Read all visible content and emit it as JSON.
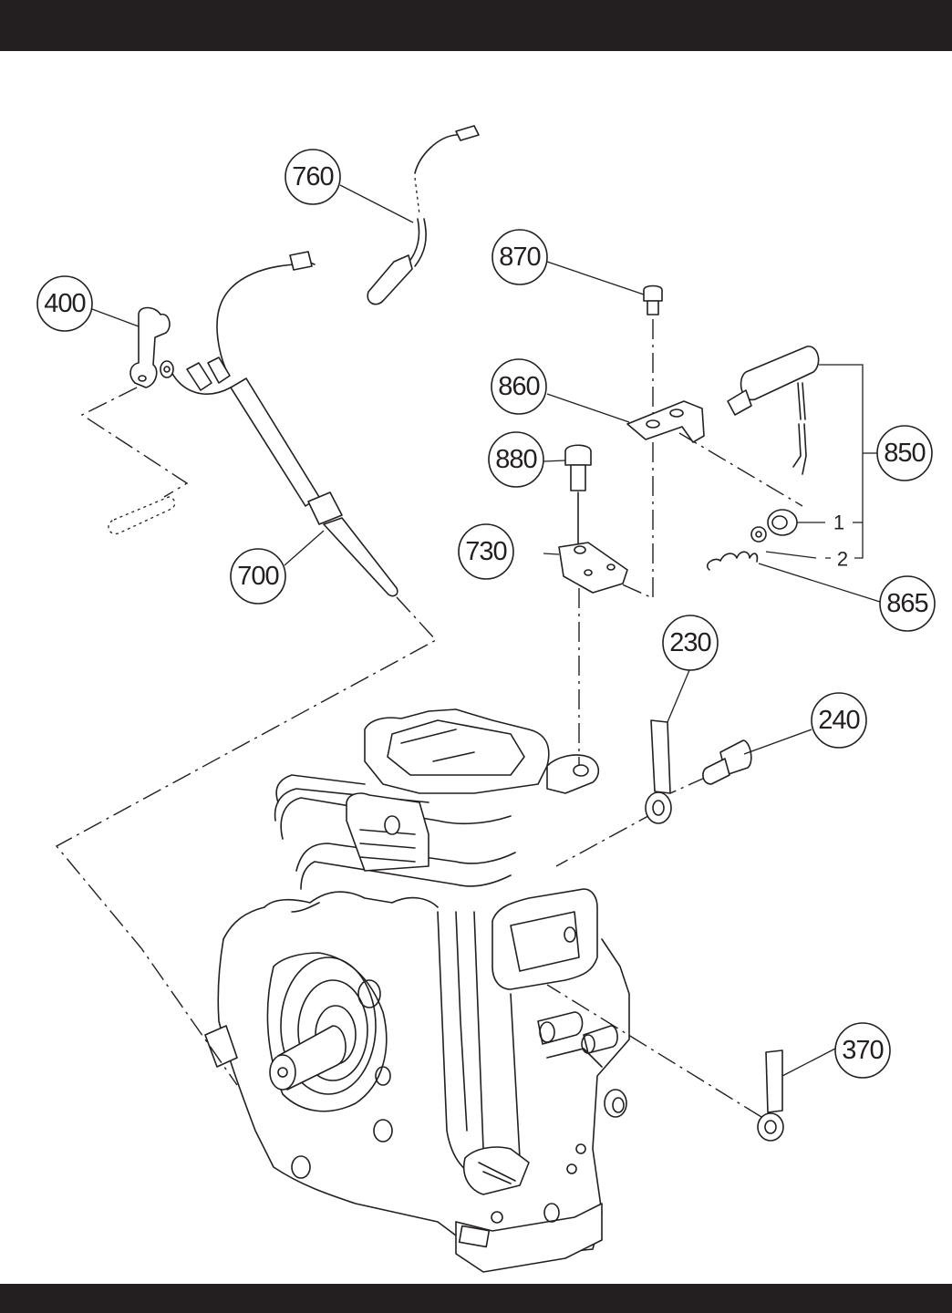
{
  "page": {
    "type": "exploded parts diagram",
    "header_band_color": "#231f20",
    "footer_band_color": "#231f20",
    "line_color": "#231f20"
  },
  "callouts": [
    {
      "id": "760",
      "label": "760",
      "part": "high-tension cord"
    },
    {
      "id": "870",
      "label": "870",
      "part": "bolt"
    },
    {
      "id": "400",
      "label": "400",
      "part": "clamp"
    },
    {
      "id": "860",
      "label": "860",
      "part": "bracket"
    },
    {
      "id": "880",
      "label": "880",
      "part": "bolt"
    },
    {
      "id": "850",
      "label": "850",
      "part": "stop solenoid assembly"
    },
    {
      "id": "730",
      "label": "730",
      "part": "plate"
    },
    {
      "id": "865",
      "label": "865",
      "part": "spring"
    },
    {
      "id": "700",
      "label": "700",
      "part": "wire harness"
    },
    {
      "id": "230",
      "label": "230",
      "part": "terminal"
    },
    {
      "id": "240",
      "label": "240",
      "part": "bolt"
    },
    {
      "id": "370",
      "label": "370",
      "part": "terminal"
    }
  ],
  "sub_labels": [
    {
      "id": "sub-1",
      "label": "1"
    },
    {
      "id": "sub-2",
      "label": "2"
    }
  ]
}
